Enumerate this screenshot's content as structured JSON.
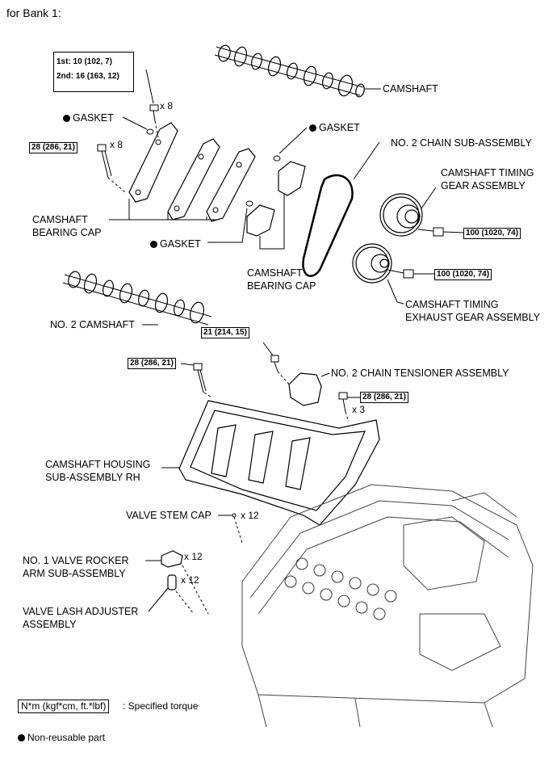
{
  "header": "for Bank 1:",
  "torque_specs": {
    "intake_cap_bolts_first": "1st: 10 (102, 7)",
    "intake_cap_bolts_second": "2nd: 16 (163, 12)",
    "cap_bolt": "28 (286, 21)",
    "timing_gear_bolt": "100 (1020, 74)",
    "exhaust_gear_bolt": "100 (1020, 74)",
    "tensioner_bolt": "21 (214, 15)",
    "housing_bolt_left": "28 (286, 21)",
    "housing_bolt_right": "28 (286, 21)"
  },
  "counts": {
    "intake_cap_bolts": "x 8",
    "cap_bolts": "x 8",
    "housing_bolts": "x 3",
    "valve_stem_cap": "x 12",
    "rocker_arm": "x 12",
    "lash_adjuster": "x 12"
  },
  "labels": {
    "camshaft": "CAMSHAFT",
    "gasket_1": "GASKET",
    "gasket_2": "GASKET",
    "gasket_3": "GASKET",
    "no2_chain": "NO. 2 CHAIN SUB-ASSEMBLY",
    "timing_gear_line1": "CAMSHAFT TIMING",
    "timing_gear_line2": "GEAR ASSEMBLY",
    "bearing_cap_1_line1": "CAMSHAFT",
    "bearing_cap_1_line2": "BEARING CAP",
    "bearing_cap_2_line1": "CAMSHAFT",
    "bearing_cap_2_line2": "BEARING CAP",
    "exhaust_gear_line1": "CAMSHAFT TIMING",
    "exhaust_gear_line2": "EXHAUST GEAR ASSEMBLY",
    "no2_camshaft": "NO. 2 CAMSHAFT",
    "no2_tensioner": "NO. 2 CHAIN TENSIONER ASSEMBLY",
    "housing_line1": "CAMSHAFT HOUSING",
    "housing_line2": "SUB-ASSEMBLY RH",
    "valve_stem_cap": "VALVE STEM CAP",
    "rocker_line1": "NO. 1 VALVE ROCKER",
    "rocker_line2": "ARM SUB-ASSEMBLY",
    "lash_line1": "VALVE LASH ADJUSTER",
    "lash_line2": "ASSEMBLY"
  },
  "legend": {
    "torque_unit": "N*m (kgf*cm, ft.*lbf)",
    "torque_desc": ": Specified torque",
    "non_reusable": "Non-reusable part"
  }
}
